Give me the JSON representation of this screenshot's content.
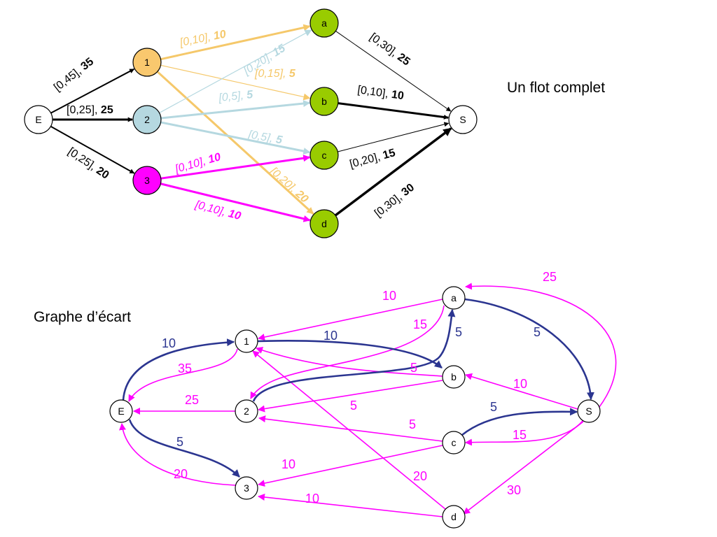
{
  "top_title": "Un flot complet",
  "bottom_title": "Graphe d’écart",
  "colors": {
    "black": "#000000",
    "orange": "#f5c86a",
    "lightblue": "#b5d8e0",
    "magenta": "#ff00ff",
    "green": "#99cc00",
    "navy": "#2b3590"
  },
  "flow_network": {
    "nodes": [
      {
        "id": "E",
        "label": "E"
      },
      {
        "id": "1",
        "label": "1"
      },
      {
        "id": "2",
        "label": "2"
      },
      {
        "id": "3",
        "label": "3"
      },
      {
        "id": "a",
        "label": "a"
      },
      {
        "id": "b",
        "label": "b"
      },
      {
        "id": "c",
        "label": "c"
      },
      {
        "id": "d",
        "label": "d"
      },
      {
        "id": "S",
        "label": "S"
      }
    ],
    "edges": [
      {
        "from": "E",
        "to": "1",
        "cap": "[0,45], ",
        "flow": "35"
      },
      {
        "from": "E",
        "to": "2",
        "cap": "[0,25], ",
        "flow": "25"
      },
      {
        "from": "E",
        "to": "3",
        "cap": "[0,25], ",
        "flow": "20"
      },
      {
        "from": "1",
        "to": "a",
        "cap": "[0,10], ",
        "flow": "10"
      },
      {
        "from": "1",
        "to": "b",
        "cap": "[0,15], ",
        "flow": "5"
      },
      {
        "from": "1",
        "to": "d",
        "cap": "[0,20], ",
        "flow": "20"
      },
      {
        "from": "2",
        "to": "a",
        "cap": "[0,20], ",
        "flow": "15"
      },
      {
        "from": "2",
        "to": "b",
        "cap": "[0,5], ",
        "flow": "5"
      },
      {
        "from": "2",
        "to": "c",
        "cap": "[0,5], ",
        "flow": "5"
      },
      {
        "from": "3",
        "to": "c",
        "cap": "[0,10], ",
        "flow": "10"
      },
      {
        "from": "3",
        "to": "d",
        "cap": "[0,10], ",
        "flow": "10"
      },
      {
        "from": "a",
        "to": "S",
        "cap": "[0,30], ",
        "flow": "25"
      },
      {
        "from": "b",
        "to": "S",
        "cap": "[0,10], ",
        "flow": "10"
      },
      {
        "from": "c",
        "to": "S",
        "cap": "[0,20], ",
        "flow": "15"
      },
      {
        "from": "d",
        "to": "S",
        "cap": "[0,30], ",
        "flow": "30"
      }
    ]
  },
  "residual_graph": {
    "nodes": [
      {
        "id": "E",
        "label": "E"
      },
      {
        "id": "1",
        "label": "1"
      },
      {
        "id": "2",
        "label": "2"
      },
      {
        "id": "3",
        "label": "3"
      },
      {
        "id": "a",
        "label": "a"
      },
      {
        "id": "b",
        "label": "b"
      },
      {
        "id": "c",
        "label": "c"
      },
      {
        "id": "d",
        "label": "d"
      },
      {
        "id": "S",
        "label": "S"
      }
    ],
    "forward_edges": [
      {
        "from": "E",
        "to": "1",
        "value": "10"
      },
      {
        "from": "1",
        "to": "b",
        "value": "10"
      },
      {
        "from": "E",
        "to": "3",
        "value": "5"
      },
      {
        "from": "2",
        "to": "a",
        "value": "5"
      },
      {
        "from": "a",
        "to": "S",
        "value": "5"
      },
      {
        "from": "c",
        "to": "S",
        "value": "5"
      }
    ],
    "backward_edges": [
      {
        "from": "1",
        "to": "E",
        "value": "35"
      },
      {
        "from": "2",
        "to": "E",
        "value": "25"
      },
      {
        "from": "3",
        "to": "E",
        "value": "20"
      },
      {
        "from": "a",
        "to": "1",
        "value": "10"
      },
      {
        "from": "a",
        "to": "2",
        "value": "15"
      },
      {
        "from": "b",
        "to": "1",
        "value": "5"
      },
      {
        "from": "b",
        "to": "2",
        "value": "5"
      },
      {
        "from": "c",
        "to": "2",
        "value": "5"
      },
      {
        "from": "c",
        "to": "3",
        "value": "10"
      },
      {
        "from": "d",
        "to": "1",
        "value": "20"
      },
      {
        "from": "d",
        "to": "3",
        "value": "10"
      },
      {
        "from": "S",
        "to": "a",
        "value": "25"
      },
      {
        "from": "S",
        "to": "b",
        "value": "10"
      },
      {
        "from": "S",
        "to": "c",
        "value": "15"
      },
      {
        "from": "S",
        "to": "d",
        "value": "30"
      }
    ]
  }
}
